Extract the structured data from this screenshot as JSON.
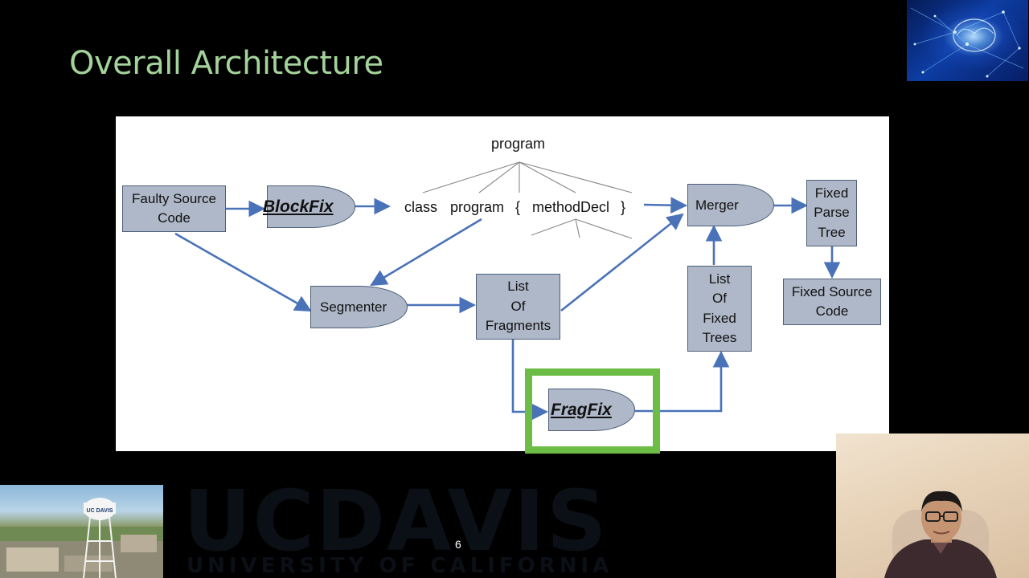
{
  "slide": {
    "title": "Overall Architecture",
    "page_number": "6"
  },
  "diagram": {
    "faulty_source": "Faulty Source\nCode",
    "blockfix": "BlockFix",
    "parse_tree_root": "program",
    "parse_tree_class": "class",
    "parse_tree_program": "program",
    "parse_tree_open_brace": "{",
    "parse_tree_method": "methodDecl",
    "parse_tree_close_brace": "}",
    "merger": "Merger",
    "fixed_parse_tree": "Fixed\nParse\nTree",
    "fixed_source": "Fixed Source\nCode",
    "segmenter": "Segmenter",
    "list_of_fragments": "List\nOf\nFragments",
    "list_of_fixed_trees": "List\nOf\nFixed\nTrees",
    "fragfix": "FragFix"
  },
  "colors": {
    "title_green": "#a3d39a",
    "box_fill": "#aeb8c8",
    "arrow_blue": "#4a72b8",
    "highlight_green": "#6cbd45",
    "watermark": "#0b0f16"
  },
  "media": {
    "brain_thumbnail": "ai-brain-image",
    "campus_photo": "uc-davis-water-tower-photo",
    "watermark_logo": "uc-davis-logo",
    "presenter_video": "presenter-webcam"
  }
}
